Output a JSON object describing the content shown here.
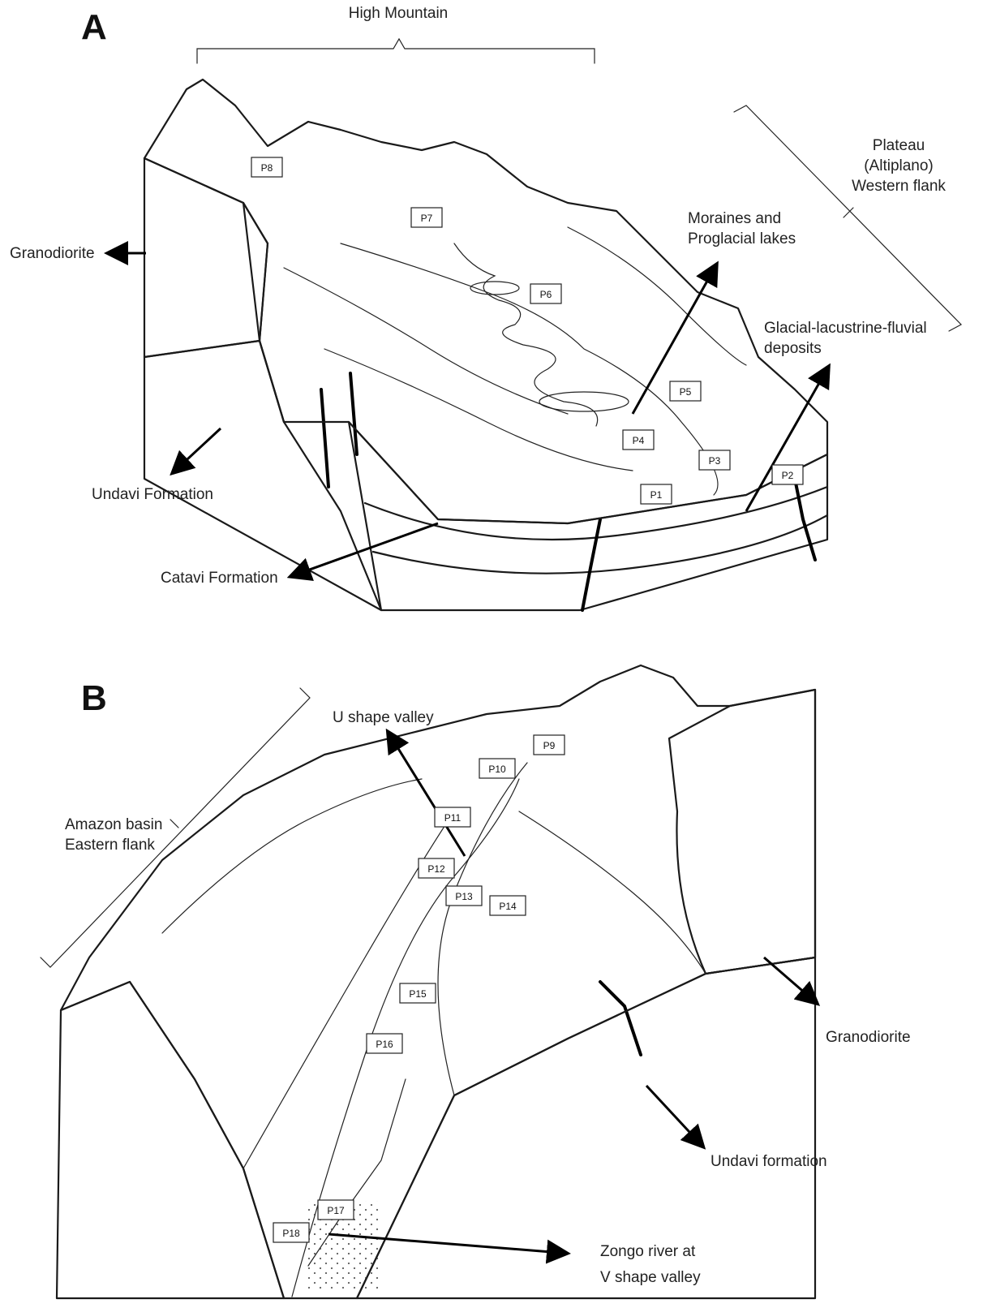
{
  "panel_a": {
    "letter": "A",
    "labels": {
      "high_mountain": "High Mountain",
      "plateau": [
        "Plateau",
        "(Altiplano)",
        "Western flank"
      ],
      "moraines": [
        "Moraines and",
        "Proglacial lakes"
      ],
      "glacial_deposits": [
        "Glacial-lacustrine-fluvial",
        "deposits"
      ],
      "granodiorite": "Granodiorite",
      "undavi": "Undavi Formation",
      "catavi": "Catavi Formation"
    },
    "points": [
      "P1",
      "P2",
      "P3",
      "P4",
      "P5",
      "P6",
      "P7",
      "P8"
    ]
  },
  "panel_b": {
    "letter": "B",
    "labels": {
      "u_valley": "U shape valley",
      "amazon": [
        "Amazon basin",
        "Eastern flank"
      ],
      "granodiorite": "Granodiorite",
      "undavi": "Undavi formation",
      "zongo": [
        "Zongo river at",
        "V shape valley"
      ]
    },
    "points": [
      "P9",
      "P10",
      "P11",
      "P12",
      "P13",
      "P14",
      "P15",
      "P16",
      "P17",
      "P18"
    ]
  },
  "colors": {
    "ink": "#1a1a1a",
    "paper": "#ffffff"
  }
}
